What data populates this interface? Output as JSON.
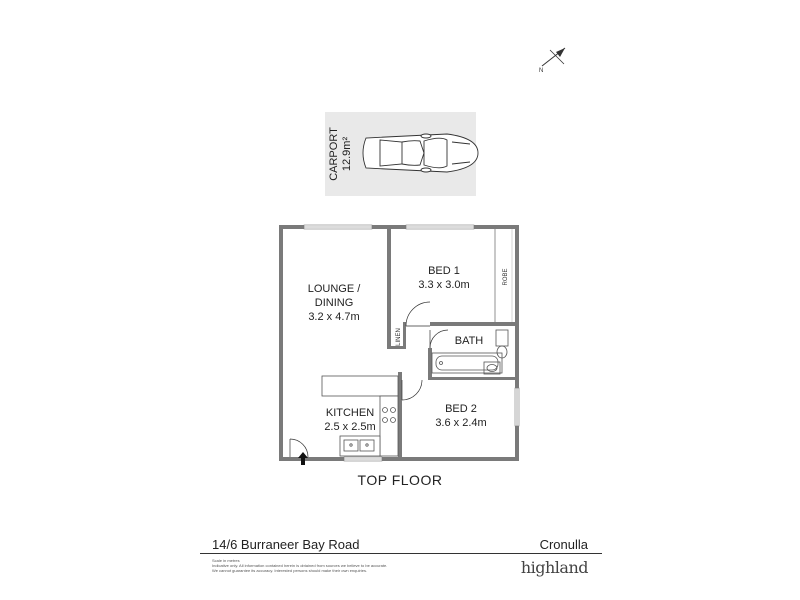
{
  "carport": {
    "name": "CARPORT",
    "area": "12.9m²"
  },
  "rooms": {
    "lounge": {
      "name_line1": "LOUNGE /",
      "name_line2": "DINING",
      "size": "3.2 x 4.7m"
    },
    "bed1": {
      "name": "BED 1",
      "size": "3.3 x 3.0m"
    },
    "robe": "ROBE",
    "linen": "LINEN",
    "bath": "BATH",
    "kitchen": {
      "name": "KITCHEN",
      "size": "2.5 x 2.5m"
    },
    "bed2": {
      "name": "BED 2",
      "size": "3.6 x 2.4m"
    }
  },
  "compass": {
    "label": "N"
  },
  "floor_title": "TOP FLOOR",
  "footer": {
    "address": "14/6 Burraneer Bay Road",
    "suburb": "Cronulla",
    "disclaimer": [
      "Scale in metres",
      "Indicative only. All information contained herein is obtained from sources we believe to be accurate.",
      "We cannot guarantee its accuracy. Interested persons should make their own enquiries."
    ],
    "brand": "highland"
  },
  "colors": {
    "wall": "#7a7a7a",
    "carport_bg": "#e9e9e9",
    "line": "#222222"
  }
}
